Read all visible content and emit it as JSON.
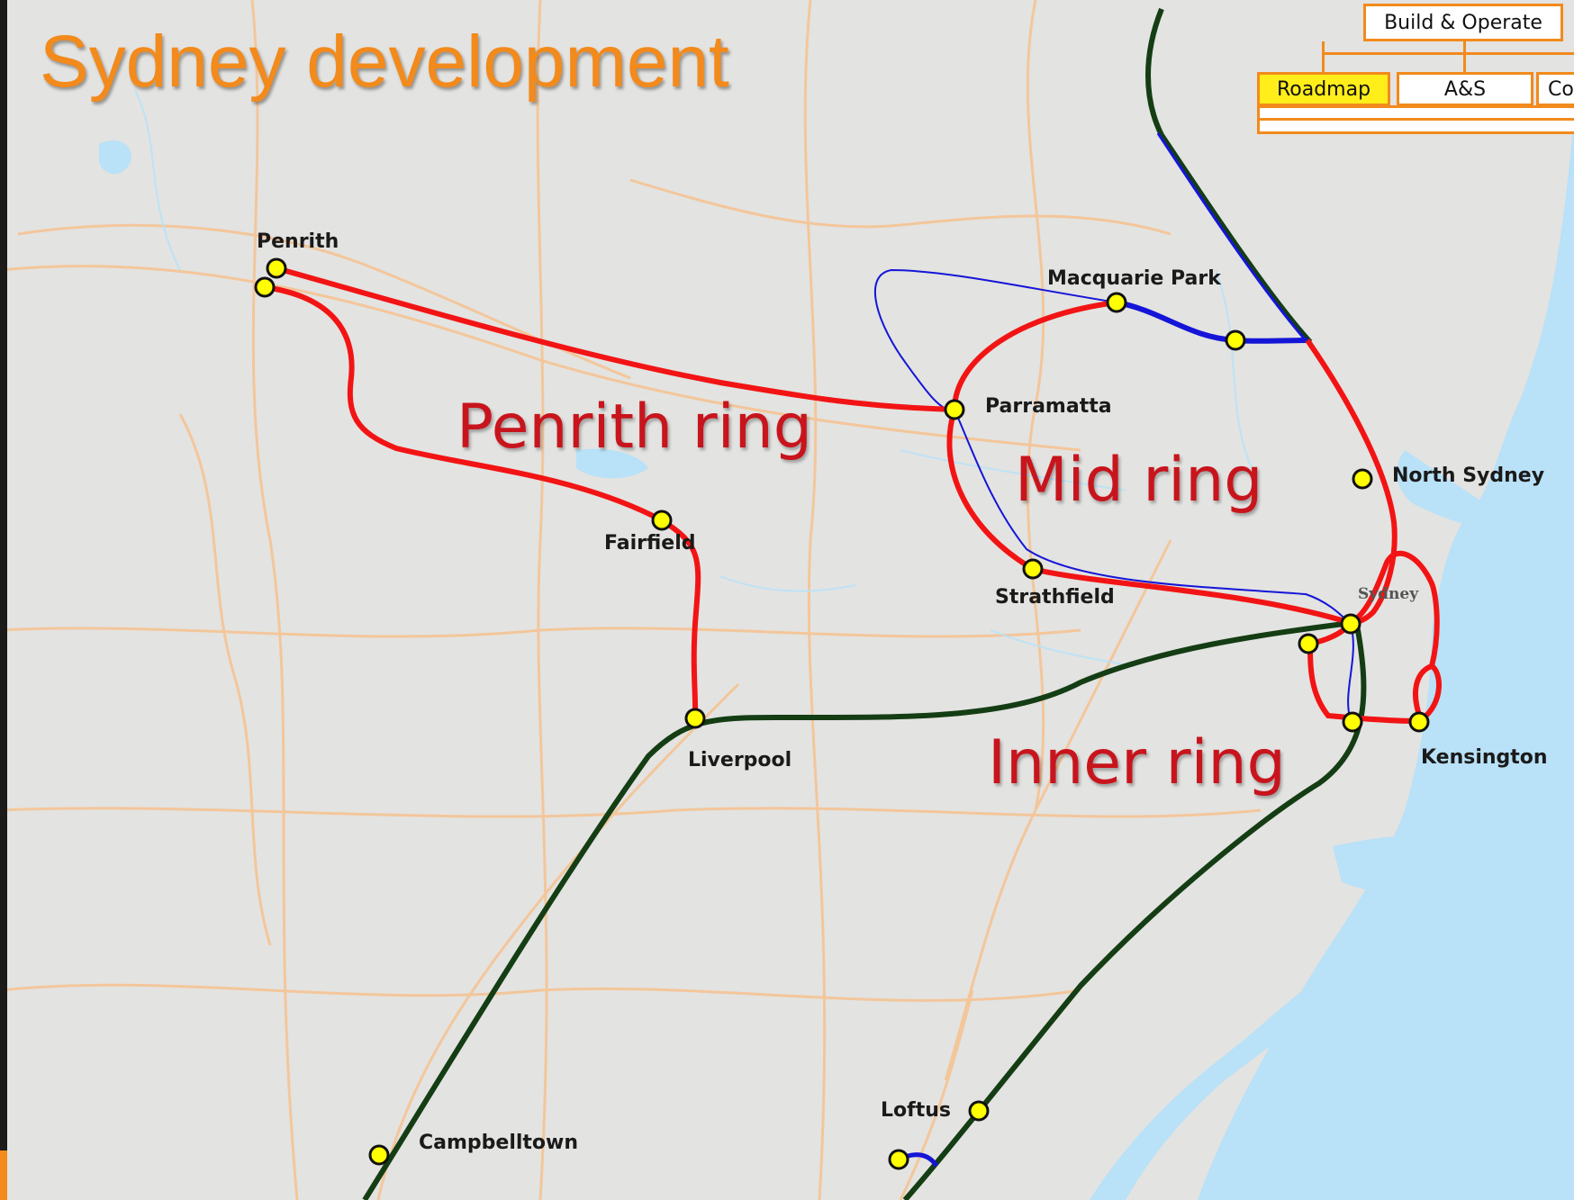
{
  "title": "Sydney development",
  "nav": {
    "parent": "Build & Operate",
    "tabs": [
      {
        "label": "Roadmap",
        "active": true
      },
      {
        "label": "A&S",
        "active": false
      },
      {
        "label": "Co",
        "active": false
      }
    ]
  },
  "ring_labels": [
    "Penrith ring",
    "Mid ring",
    "Inner ring"
  ],
  "stations": [
    {
      "id": "penrith",
      "label": "Penrith"
    },
    {
      "id": "macquarie-park",
      "label": "Macquarie Park"
    },
    {
      "id": "parramatta",
      "label": "Parramatta"
    },
    {
      "id": "north-sydney",
      "label": "North Sydney"
    },
    {
      "id": "fairfield",
      "label": "Fairfield"
    },
    {
      "id": "strathfield",
      "label": "Strathfield"
    },
    {
      "id": "sydney",
      "label": "Sydney"
    },
    {
      "id": "liverpool",
      "label": "Liverpool"
    },
    {
      "id": "kensington",
      "label": "Kensington"
    },
    {
      "id": "loftus",
      "label": "Loftus"
    },
    {
      "id": "campbelltown",
      "label": "Campbelltown"
    }
  ],
  "colors": {
    "title": "#f28a1c",
    "ring_label": "#c8141c",
    "red_line": "#f21414",
    "blue_line": "#1515d8",
    "green_line": "#143d14",
    "station_fill": "#ffff00",
    "water": "#b9e1f7",
    "roads": "#f6c28f",
    "land": "#e3e3e1"
  }
}
